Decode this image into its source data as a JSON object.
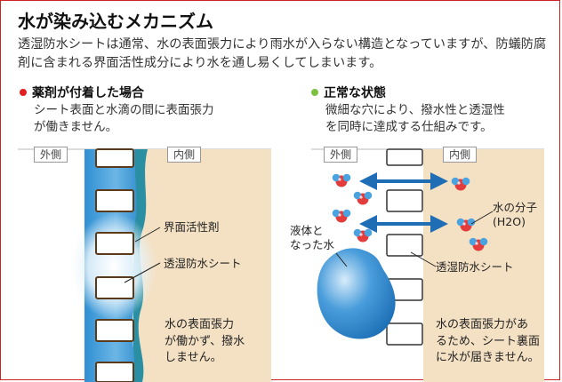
{
  "title": "水が染み込むメカニズム",
  "intro": "透湿防水シートは通常、水の表面張力により雨水が入らない構造となっていますが、防蟻防腐剤に含まれる界面活性成分により水を通し易くしてしまいます。",
  "left": {
    "heading": "薬剤が付着した場合",
    "dot_color": "#e02020",
    "desc_line1": "シート表面と水滴の間に表面張力",
    "desc_line2": "が働きません。",
    "tag_outside": "外側",
    "tag_inside": "内側",
    "label_surfactant": "界面活性剤",
    "label_sheet": "透湿防水シート",
    "note_line1": "水の表面張力",
    "note_line2": "が働かず、撥水",
    "note_line3": "しません。"
  },
  "right": {
    "heading": "正常な状態",
    "dot_color": "#7cc242",
    "desc_line1": "微細な穴により、撥水性と透湿性",
    "desc_line2": "を同時に達成する仕組みです。",
    "tag_outside": "外側",
    "tag_inside": "内側",
    "label_liquid_line1": "液体と",
    "label_liquid_line2": "なった水",
    "label_molecule_line1": "水の分子",
    "label_molecule_line2": "(H2O)",
    "label_sheet": "透湿防水シート",
    "note_line1": "水の表面張力があ",
    "note_line2": "るため、シート裏面",
    "note_line3": "に水が届きません。"
  }
}
